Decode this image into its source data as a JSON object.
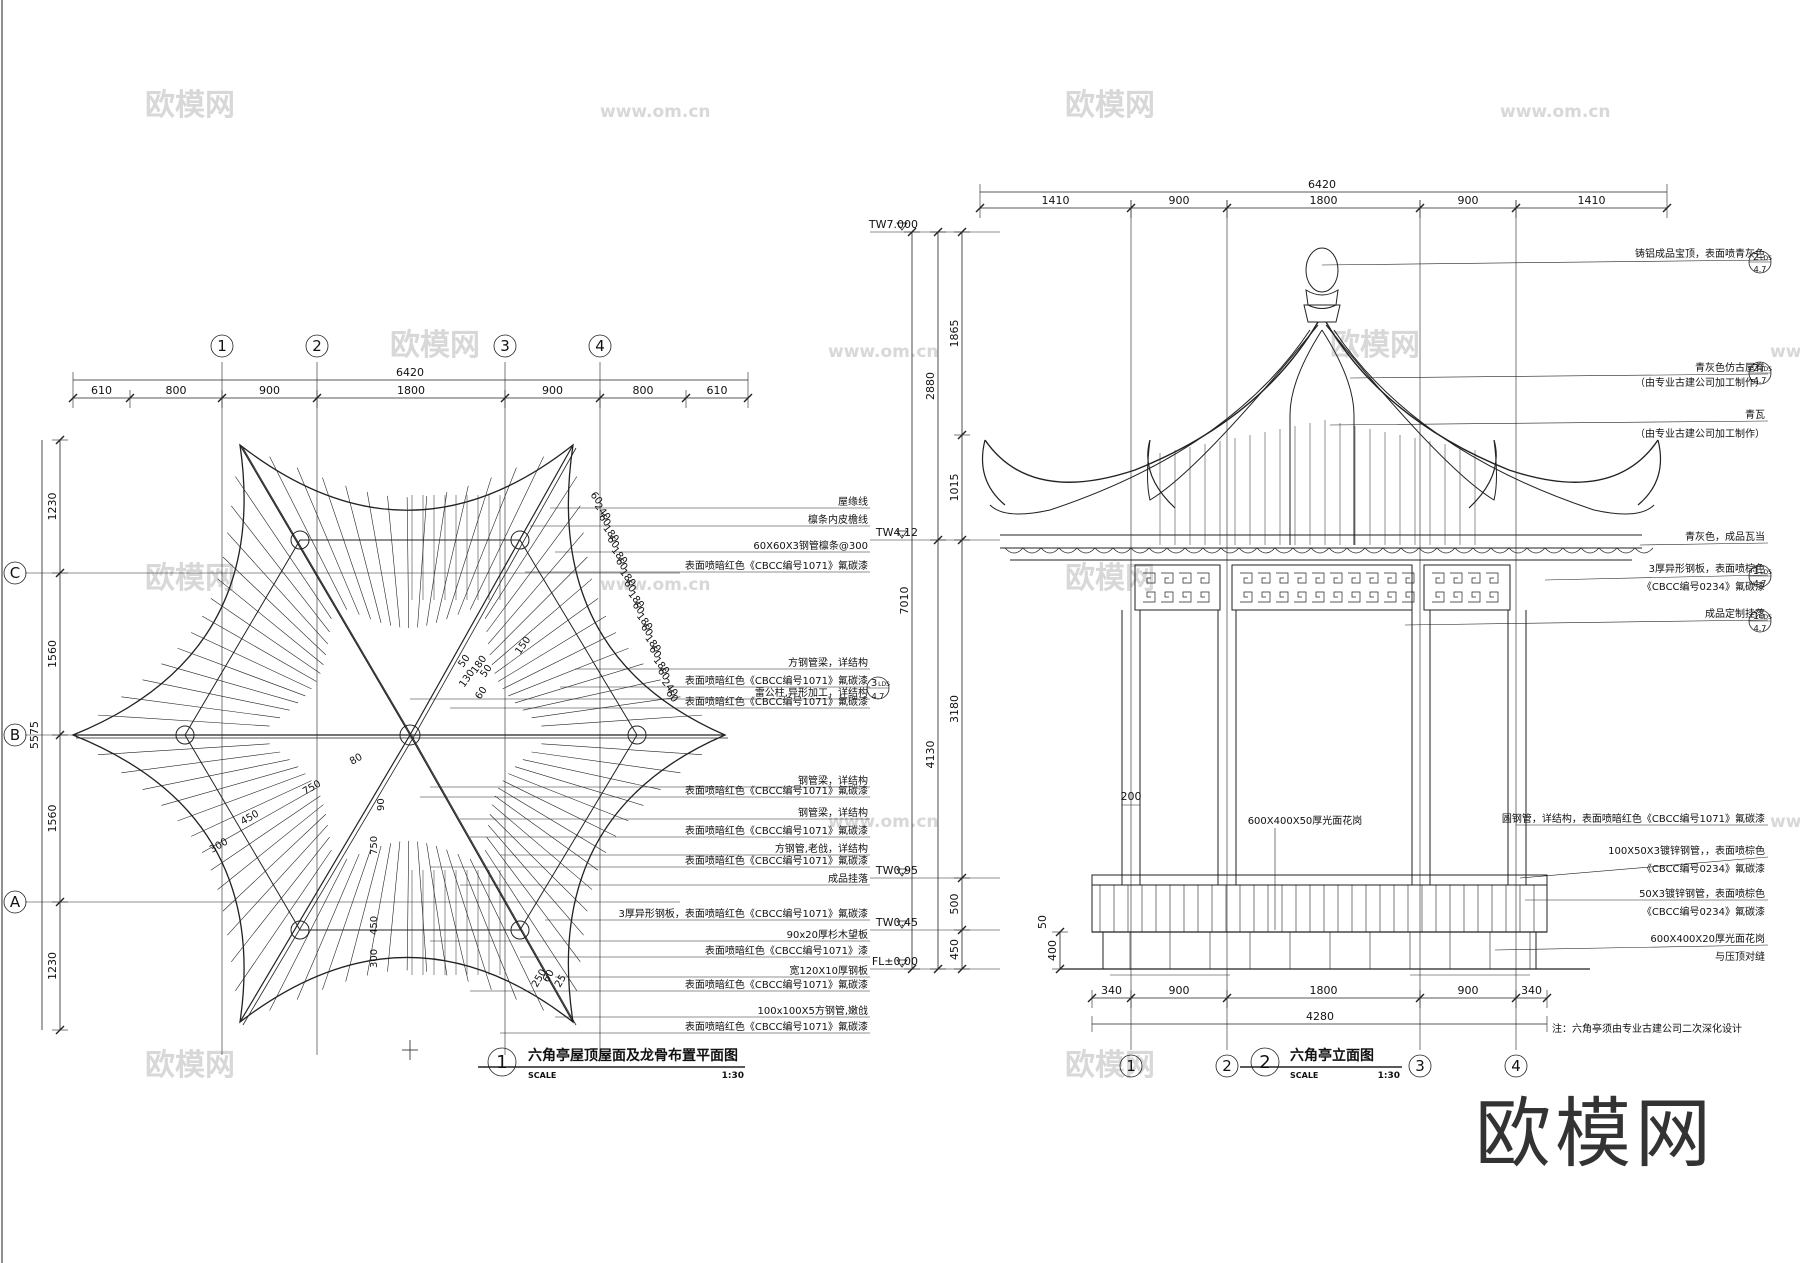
{
  "watermarks": {
    "logo": "欧模网",
    "url": "www.om.cn",
    "big_logo": "欧模网"
  },
  "plan": {
    "title_num": "1",
    "title": "六角亭屋顶屋面及龙骨布置平面图",
    "scale_label": "SCALE",
    "scale": "1:30",
    "grid_x": [
      "1",
      "2",
      "3",
      "4"
    ],
    "grid_y": [
      "C",
      "B",
      "A"
    ],
    "total_width": "6420",
    "top_dims": [
      "610",
      "800",
      "900",
      "1800",
      "900",
      "800",
      "610"
    ],
    "total_height": "5575",
    "left_dims": [
      "1230",
      "1560",
      "1560",
      "1230"
    ],
    "rafter_dims": [
      "60",
      "240",
      "60",
      "180",
      "60",
      "180",
      "60",
      "180",
      "60",
      "180",
      "60",
      "180",
      "60",
      "180",
      "60",
      "180",
      "60",
      "240",
      "60"
    ],
    "inner_dims": [
      "150",
      "50",
      "180",
      "50",
      "130",
      "60",
      "80",
      "750",
      "450",
      "300",
      "90",
      "750",
      "450",
      "300",
      "250",
      "60",
      "25"
    ],
    "notes": [
      "屋缘线",
      "檩条内皮檐线",
      "60X60X3钢管檩条@300",
      "表面喷暗红色《CBCC编号1071》氟碳漆",
      "方钢管梁，详结构",
      "表面喷暗红色《CBCC编号1071》氟碳漆",
      "雷公柱,异形加工，详结构",
      "表面喷暗红色《CBCC编号1071》氟碳漆",
      "钢管梁，详结构",
      "表面喷暗红色《CBCC编号1071》氟碳漆",
      "钢管梁，详结构",
      "表面喷暗红色《CBCC编号1071》氟碳漆",
      "方钢管,老戗，详结构",
      "表面喷暗红色《CBCC编号1071》氟碳漆",
      "成品挂落",
      "3厚异形钢板，表面喷暗红色《CBCC编号1071》氟碳漆",
      "90x20厚杉木望板",
      "表面喷暗红色《CBCC编号1071》漆",
      "宽120X10厚钢板",
      "表面喷暗红色《CBCC编号1071》氟碳漆",
      "100x100X5方钢管,嫩戗",
      "表面喷暗红色《CBCC编号1071》氟碳漆"
    ],
    "detail_tag": {
      "num": "3",
      "code": "LDS",
      "sheet": "4.7"
    }
  },
  "elevation": {
    "title_num": "2",
    "title": "六角亭立面图",
    "scale_label": "SCALE",
    "scale": "1:30",
    "grid_x": [
      "1",
      "2",
      "3",
      "4"
    ],
    "total_top": "6420",
    "top_dims": [
      "1410",
      "900",
      "1800",
      "900",
      "1410"
    ],
    "total_bottom": "4280",
    "bottom_dims": [
      "340",
      "900",
      "1800",
      "900",
      "340"
    ],
    "levels": [
      "TW7.000",
      "TW4.12",
      "TW0.95",
      "TW0.45",
      "FL±0.00"
    ],
    "vert_outer": [
      "7010"
    ],
    "vert_mid": [
      "2880",
      "4130"
    ],
    "vert_inner": [
      "1865",
      "1015",
      "3180",
      "500",
      "450"
    ],
    "seat_dims": [
      "50",
      "400"
    ],
    "col_dim": "200",
    "seat_label": "600X400X50厚光面花岗",
    "notes": [
      "铸铝成品宝顶，表面喷青灰色",
      "青灰色仿古屋脊",
      "（由专业古建公司加工制作）",
      "青瓦",
      "（由专业古建公司加工制作）",
      "青灰色，成品瓦当",
      "3厚异形钢板，表面喷棕色",
      "《CBCC编号0234》氟碳漆",
      "成品定制挂落",
      "圆钢管，详结构，表面喷暗红色《CBCC编号1071》氟碳漆",
      "100X50X3镀锌钢管，，表面喷棕色",
      "《CBCC编号0234》氟碳漆",
      "50X3镀锌钢管，表面喷棕色",
      "《CBCC编号0234》氟碳漆",
      "600X400X20厚光面花岗",
      "与压顶对缝"
    ],
    "tags": [
      {
        "num": "2",
        "code": "LDS",
        "sheet": "4.7"
      },
      {
        "num": "2",
        "code": "LDS",
        "sheet": "4.7"
      },
      {
        "num": "1",
        "code": "LDS",
        "sheet": "4.7"
      },
      {
        "num": "1",
        "code": "LDS",
        "sheet": "4.7"
      }
    ],
    "footnote": "注：六角亭须由专业古建公司二次深化设计"
  }
}
